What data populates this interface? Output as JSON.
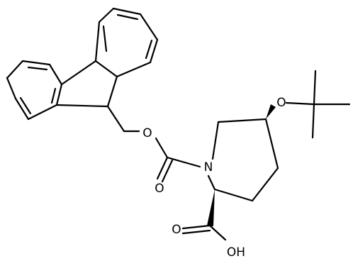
{
  "molecule": {
    "atoms": {
      "ester_oxygen": "O",
      "carbonyl_oxygen": "O",
      "ring_nitrogen": "N",
      "ether_oxygen": "O",
      "acid_carbonyl_oxygen": "O",
      "acid_hydroxyl": "OH"
    },
    "colors": {
      "bond": "#000000",
      "background": "#ffffff"
    }
  }
}
